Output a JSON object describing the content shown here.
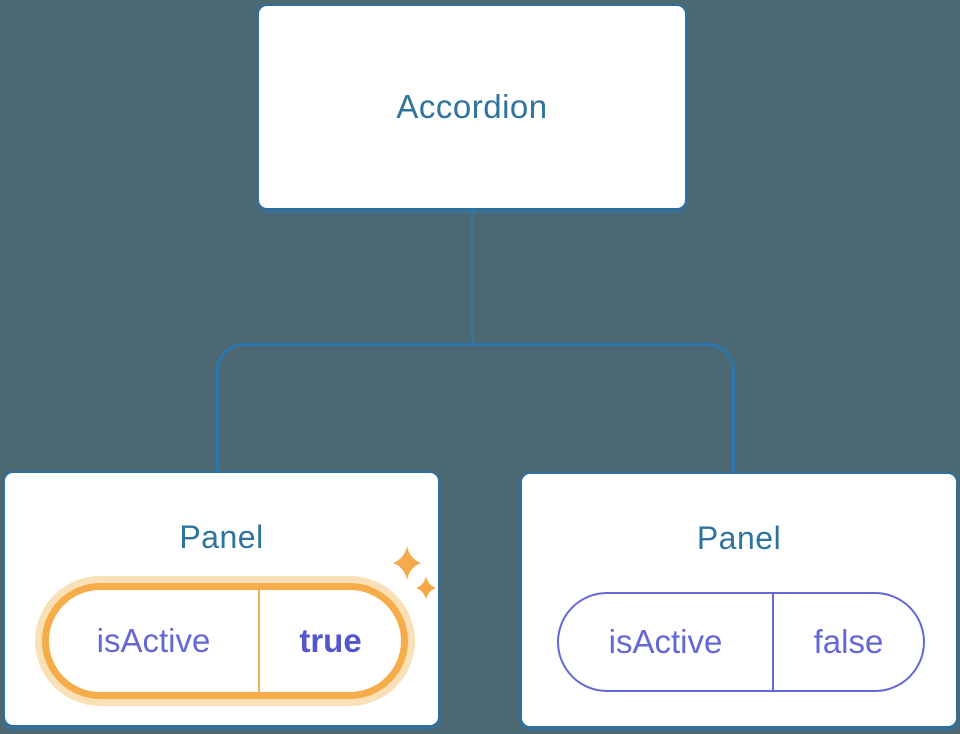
{
  "diagram": {
    "root": {
      "label": "Accordion"
    },
    "panels": [
      {
        "label": "Panel",
        "prop_name": "isActive",
        "prop_value": "true",
        "highlighted": true
      },
      {
        "label": "Panel",
        "prop_name": "isActive",
        "prop_value": "false",
        "highlighted": false
      }
    ]
  },
  "icons": {
    "sparkles": "sparkles-icon"
  },
  "colors": {
    "background": "#4B6873",
    "node_border": "#2E6F9E",
    "node_text": "#2F739F",
    "connector": "#2B76AD",
    "prop_purple": "#6468D6",
    "prop_value_active": "#5456CE",
    "highlight_orange": "#F5AC49",
    "highlight_halo": "#FAE0B7",
    "sparkle_orange": "#F5A94B"
  }
}
